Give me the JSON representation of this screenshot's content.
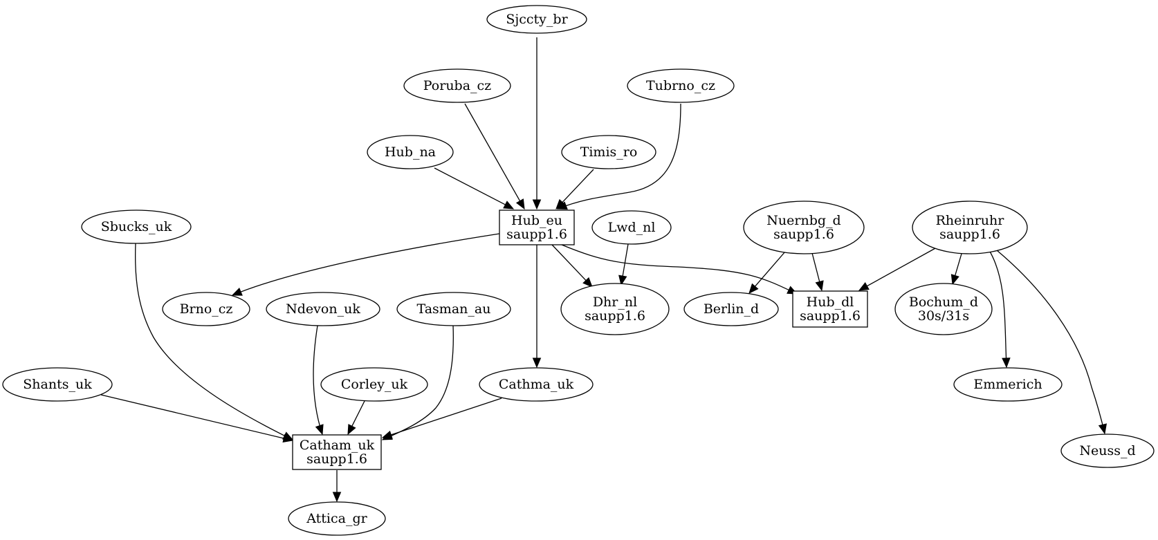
{
  "graph": {
    "colors": {
      "stroke": "#000000",
      "fill": "#ffffff",
      "text": "#000000"
    },
    "nodes": [
      {
        "id": "sjccty_br",
        "shape": "ellipse",
        "lines": [
          "Sjccty_br"
        ]
      },
      {
        "id": "poruba_cz",
        "shape": "ellipse",
        "lines": [
          "Poruba_cz"
        ]
      },
      {
        "id": "tubrno_cz",
        "shape": "ellipse",
        "lines": [
          "Tubrno_cz"
        ]
      },
      {
        "id": "hub_na",
        "shape": "ellipse",
        "lines": [
          "Hub_na"
        ]
      },
      {
        "id": "timis_ro",
        "shape": "ellipse",
        "lines": [
          "Timis_ro"
        ]
      },
      {
        "id": "hub_eu",
        "shape": "box",
        "lines": [
          "Hub_eu",
          "saupp1.6"
        ]
      },
      {
        "id": "lwd_nl",
        "shape": "ellipse",
        "lines": [
          "Lwd_nl"
        ]
      },
      {
        "id": "nuernbg_d",
        "shape": "ellipse",
        "lines": [
          "Nuernbg_d",
          "saupp1.6"
        ]
      },
      {
        "id": "rheinruhr",
        "shape": "ellipse",
        "lines": [
          "Rheinruhr",
          "saupp1.6"
        ]
      },
      {
        "id": "sbucks_uk",
        "shape": "ellipse",
        "lines": [
          "Sbucks_uk"
        ]
      },
      {
        "id": "brno_cz",
        "shape": "ellipse",
        "lines": [
          "Brno_cz"
        ]
      },
      {
        "id": "ndevon_uk",
        "shape": "ellipse",
        "lines": [
          "Ndevon_uk"
        ]
      },
      {
        "id": "tasman_au",
        "shape": "ellipse",
        "lines": [
          "Tasman_au"
        ]
      },
      {
        "id": "dhr_nl",
        "shape": "ellipse",
        "lines": [
          "Dhr_nl",
          "saupp1.6"
        ]
      },
      {
        "id": "berlin_d",
        "shape": "ellipse",
        "lines": [
          "Berlin_d"
        ]
      },
      {
        "id": "hub_dl",
        "shape": "box",
        "lines": [
          "Hub_dl",
          "saupp1.6"
        ]
      },
      {
        "id": "bochum_d",
        "shape": "ellipse",
        "lines": [
          "Bochum_d",
          "30s/31s"
        ]
      },
      {
        "id": "shants_uk",
        "shape": "ellipse",
        "lines": [
          "Shants_uk"
        ]
      },
      {
        "id": "corley_uk",
        "shape": "ellipse",
        "lines": [
          "Corley_uk"
        ]
      },
      {
        "id": "cathma_uk",
        "shape": "ellipse",
        "lines": [
          "Cathma_uk"
        ]
      },
      {
        "id": "emmerich",
        "shape": "ellipse",
        "lines": [
          "Emmerich"
        ]
      },
      {
        "id": "catham_uk",
        "shape": "box",
        "lines": [
          "Catham_uk",
          "saupp1.6"
        ]
      },
      {
        "id": "neuss_d",
        "shape": "ellipse",
        "lines": [
          "Neuss_d"
        ]
      },
      {
        "id": "attica_gr",
        "shape": "ellipse",
        "lines": [
          "Attica_gr"
        ]
      }
    ],
    "edges": [
      {
        "from": "sjccty_br",
        "to": "hub_eu"
      },
      {
        "from": "poruba_cz",
        "to": "hub_eu"
      },
      {
        "from": "tubrno_cz",
        "to": "hub_eu"
      },
      {
        "from": "hub_na",
        "to": "hub_eu"
      },
      {
        "from": "timis_ro",
        "to": "hub_eu"
      },
      {
        "from": "hub_eu",
        "to": "brno_cz"
      },
      {
        "from": "hub_eu",
        "to": "dhr_nl"
      },
      {
        "from": "hub_eu",
        "to": "hub_dl"
      },
      {
        "from": "hub_eu",
        "to": "cathma_uk"
      },
      {
        "from": "lwd_nl",
        "to": "dhr_nl"
      },
      {
        "from": "nuernbg_d",
        "to": "berlin_d"
      },
      {
        "from": "nuernbg_d",
        "to": "hub_dl"
      },
      {
        "from": "rheinruhr",
        "to": "hub_dl"
      },
      {
        "from": "rheinruhr",
        "to": "bochum_d"
      },
      {
        "from": "rheinruhr",
        "to": "emmerich"
      },
      {
        "from": "rheinruhr",
        "to": "neuss_d"
      },
      {
        "from": "sbucks_uk",
        "to": "catham_uk"
      },
      {
        "from": "ndevon_uk",
        "to": "catham_uk"
      },
      {
        "from": "tasman_au",
        "to": "catham_uk"
      },
      {
        "from": "shants_uk",
        "to": "catham_uk"
      },
      {
        "from": "corley_uk",
        "to": "catham_uk"
      },
      {
        "from": "cathma_uk",
        "to": "catham_uk"
      },
      {
        "from": "catham_uk",
        "to": "attica_gr"
      }
    ]
  }
}
